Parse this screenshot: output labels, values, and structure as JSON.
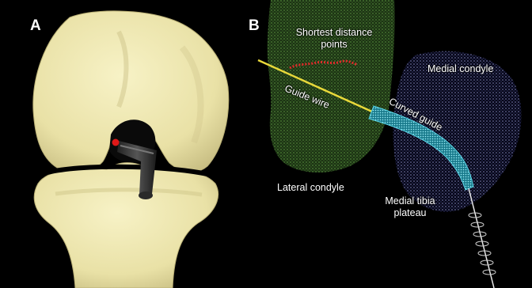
{
  "panels": {
    "a": {
      "letter": "A"
    },
    "b": {
      "letter": "B",
      "labels": {
        "shortest_line1": "Shortest distance",
        "shortest_line2": "points",
        "medial_condyle": "Medial condyle",
        "guide_wire": "Guide wire",
        "curved_guide": "Curved guide",
        "lateral_condyle": "Lateral condyle",
        "medial_tibia_line1": "Medial tibia",
        "medial_tibia_line2": "plateau"
      }
    }
  },
  "colors": {
    "background": "#000000",
    "bone": "#f0eab4",
    "bone_shadow": "#cfc68c",
    "lateral_condyle_mesh": "#3f6b2c",
    "medial_condyle_mesh": "#8a90c8",
    "guide_wire": "#e8d83a",
    "curved_guide": "#5ad6e8",
    "shortest_points": "#e02a2a",
    "text": "#ffffff"
  }
}
